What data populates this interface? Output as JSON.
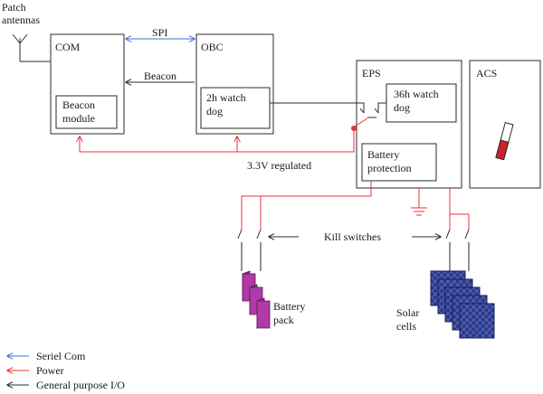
{
  "labels": {
    "patch_antennas_1": "Patch",
    "patch_antennas_2": "antennas",
    "com": "COM",
    "obc": "OBC",
    "eps": "EPS",
    "acs": "ACS",
    "beacon_module_1": "Beacon",
    "beacon_module_2": "module",
    "watchdog_2h_1": "2h watch",
    "watchdog_2h_2": "dog",
    "watchdog_36h_1": "36h watch",
    "watchdog_36h_2": "dog",
    "battery_protection_1": "Battery",
    "battery_protection_2": "protection",
    "spi": "SPI",
    "beacon": "Beacon",
    "regulated": "3.3V regulated",
    "kill_switches": "Kill switches",
    "battery_pack_1": "Battery",
    "battery_pack_2": "pack",
    "solar_cells_1": "Solar",
    "solar_cells_2": "cells"
  },
  "legend": [
    {
      "label": "Seriel Com",
      "color": "#3b6fd4"
    },
    {
      "label": "Power",
      "color": "#e8323c"
    },
    {
      "label": "General purpose I/O",
      "color": "#2a2a2a"
    }
  ],
  "colors": {
    "serial": "#3b6fd4",
    "power": "#e8323c",
    "gpio": "#2a2a2a",
    "battery": "#b03aa8",
    "solar": "#2b3a8c"
  }
}
